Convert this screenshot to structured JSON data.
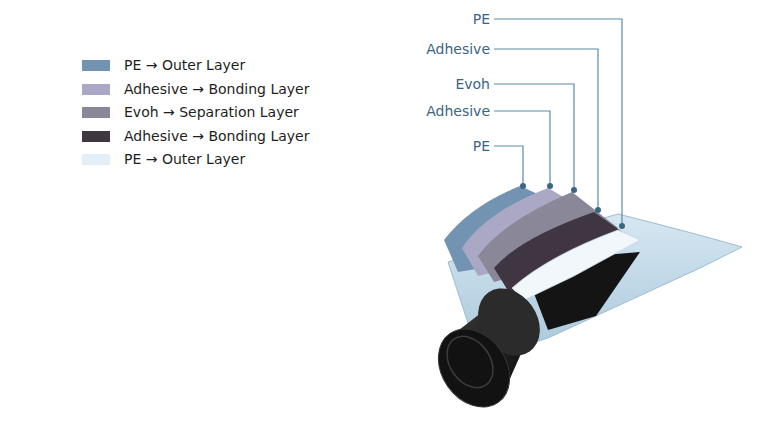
{
  "diagram": {
    "labels": [
      "PE",
      "Adhesive",
      "Evoh",
      "Adhesive",
      "PE"
    ],
    "legend": [
      {
        "text": "PE → Outer Layer",
        "color": "#7393b3"
      },
      {
        "text": "Adhesive → Bonding Layer",
        "color": "#aaa8c4"
      },
      {
        "text": "Evoh → Separation Layer",
        "color": "#8a8799"
      },
      {
        "text": "Adhesive → Bonding Layer",
        "color": "#3f3641"
      },
      {
        "text": "PE → Outer Layer",
        "color": "#e4eef7"
      }
    ]
  }
}
